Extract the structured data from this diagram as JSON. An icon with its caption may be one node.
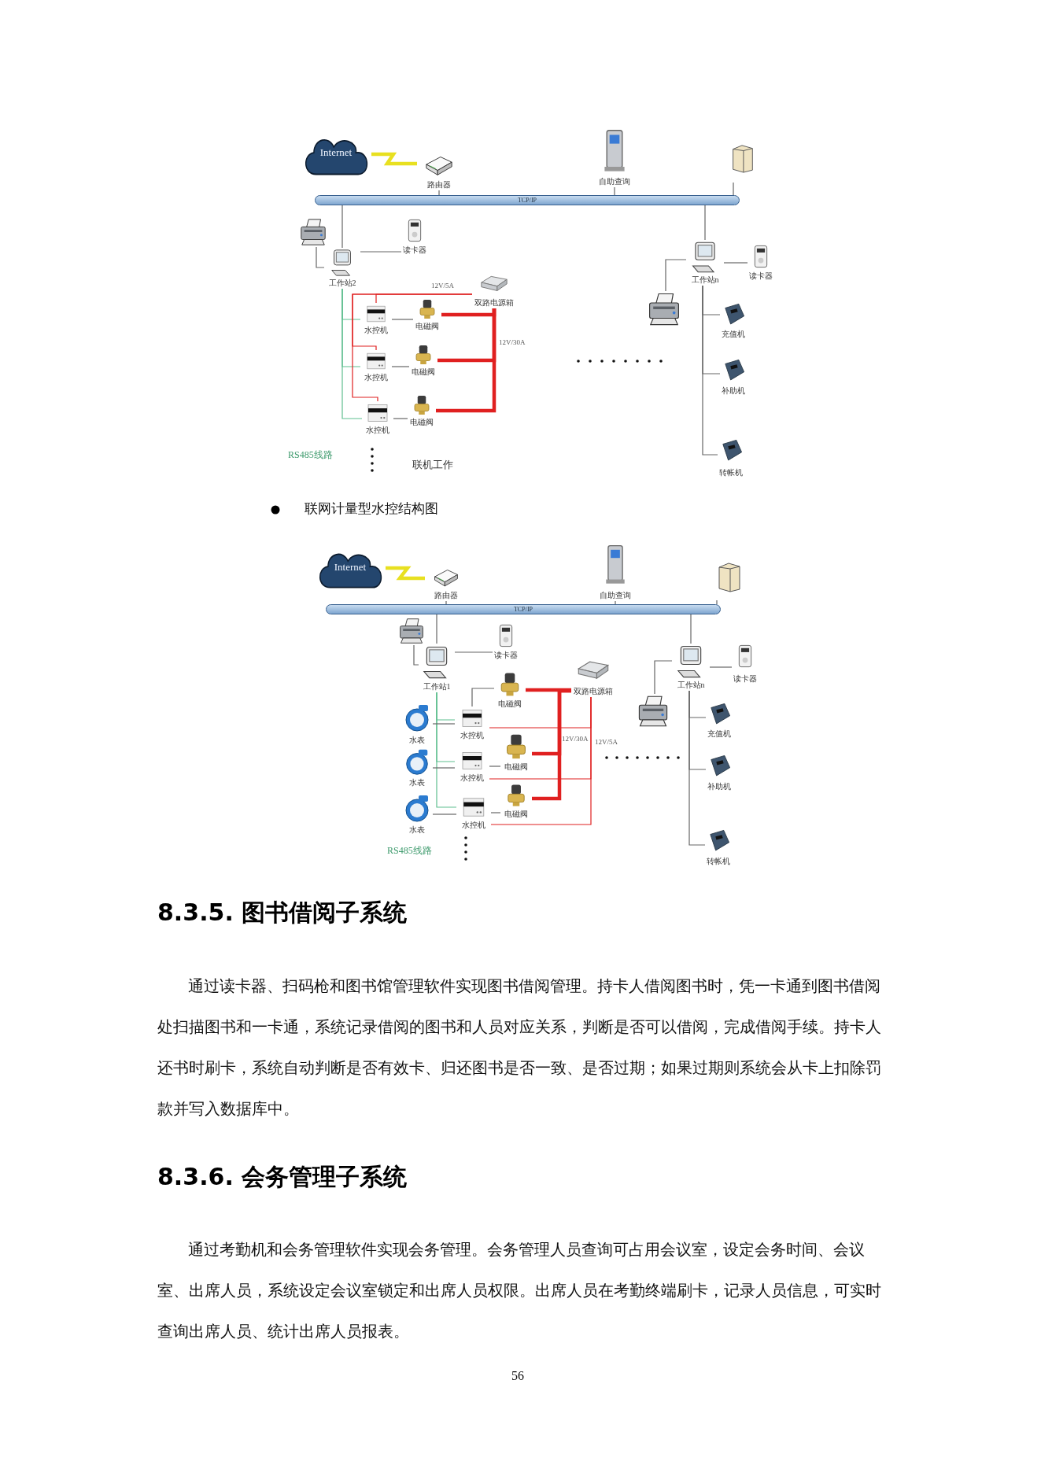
{
  "diagram": {
    "nodes": [
      {
        "text": [
          "Internet"
        ]
      },
      {
        "text": [
          "路由器"
        ]
      },
      {
        "text": [
          "自助查询"
        ]
      },
      {
        "text": [],
        "shape": "picture"
      },
      {
        "text": [
          "TCP/IP"
        ]
      },
      {
        "text": [],
        "shape": "picture"
      },
      {
        "text": [
          "读卡器"
        ]
      },
      {
        "text": [
          "工作站2"
        ]
      },
      {
        "text": [
          "双路电源箱"
        ]
      },
      {
        "text": [
          "水控机"
        ]
      },
      {
        "text": [
          "电磁阀"
        ]
      },
      {
        "text": [
          "水控机"
        ]
      },
      {
        "text": [
          "电磁阀"
        ]
      },
      {
        "text": [
          "水控机"
        ]
      },
      {
        "text": [
          "电磁阀"
        ]
      },
      {
        "text": [
          "工作站n"
        ]
      },
      {
        "text": [
          "读卡器"
        ]
      },
      {
        "text": [],
        "shape": "picture"
      },
      {
        "text": [
          "充值机"
        ]
      },
      {
        "text": [
          "补助机"
        ]
      },
      {
        "text": [
          "转帐机"
        ]
      },
      {
        "text": [
          "Internet"
        ]
      },
      {
        "text": [
          "路由器"
        ]
      },
      {
        "text": [
          "自助查询"
        ]
      },
      {
        "text": [],
        "shape": "picture"
      },
      {
        "text": [
          "TCP/IP"
        ]
      },
      {
        "text": [],
        "shape": "picture"
      },
      {
        "text": [
          "读卡器"
        ]
      },
      {
        "text": [
          "工作站1"
        ]
      },
      {
        "text": [
          "电磁阀"
        ]
      },
      {
        "text": [
          "双路电源箱"
        ]
      },
      {
        "text": [
          "水表"
        ]
      },
      {
        "text": [
          "水控机"
        ]
      },
      {
        "text": [
          "工作站n"
        ]
      },
      {
        "text": [
          "读卡器"
        ]
      },
      {
        "text": [],
        "shape": "picture"
      },
      {
        "text": [
          "充值机"
        ]
      },
      {
        "text": [
          "水表"
        ]
      },
      {
        "text": [
          "水控机"
        ]
      },
      {
        "text": [
          "电磁阀"
        ]
      },
      {
        "text": [
          "补助机"
        ]
      },
      {
        "text": [
          "水表"
        ]
      },
      {
        "text": [
          "水控机"
        ]
      },
      {
        "text": [
          "电磁阀"
        ]
      },
      {
        "text": [
          "转帐机"
        ]
      }
    ],
    "edges": [
      {
        "from": 0,
        "to": 1,
        "arrow": "none",
        "style": "thick",
        "color": "#e8e020"
      },
      {
        "from": 1,
        "to": 4,
        "arrow": "none"
      },
      {
        "from": 2,
        "to": 4,
        "arrow": "none"
      },
      {
        "from": 3,
        "to": 4,
        "arrow": "none"
      },
      {
        "from": 4,
        "to": 7,
        "arrow": "none"
      },
      {
        "from": 5,
        "to": 7,
        "arrow": "none"
      },
      {
        "from": 6,
        "to": 7,
        "arrow": "none"
      },
      {
        "from": 7,
        "to": 9,
        "arrow": "none",
        "color": "#5fbf8f"
      },
      {
        "from": 7,
        "to": 11,
        "arrow": "none",
        "color": "#5fbf8f"
      },
      {
        "from": 7,
        "to": 13,
        "arrow": "none",
        "color": "#5fbf8f"
      },
      {
        "from": 9,
        "to": 10,
        "arrow": "none"
      },
      {
        "from": 11,
        "to": 12,
        "arrow": "none"
      },
      {
        "from": 13,
        "to": 14,
        "arrow": "none"
      },
      {
        "from": 10,
        "to": 8,
        "arrow": "none",
        "style": "thick",
        "color": "#e02020"
      },
      {
        "from": 12,
        "to": 8,
        "arrow": "none",
        "style": "thick",
        "color": "#e02020"
      },
      {
        "from": 14,
        "to": 8,
        "arrow": "none",
        "style": "thick",
        "color": "#e02020"
      },
      {
        "from": 8,
        "to": 9,
        "arrow": "none",
        "color": "#e02020"
      },
      {
        "from": 8,
        "to": 11,
        "arrow": "none",
        "color": "#e02020"
      },
      {
        "from": 8,
        "to": 13,
        "arrow": "none",
        "color": "#e02020"
      },
      {
        "from": 4,
        "to": 15,
        "arrow": "none"
      },
      {
        "from": 15,
        "to": 17,
        "arrow": "none"
      },
      {
        "from": 15,
        "to": 16,
        "arrow": "none"
      },
      {
        "from": 15,
        "to": 18,
        "arrow": "none"
      },
      {
        "from": 15,
        "to": 19,
        "arrow": "none"
      },
      {
        "from": 15,
        "to": 20,
        "arrow": "none"
      },
      {
        "from": 21,
        "to": 22,
        "arrow": "none",
        "style": "thick",
        "color": "#e8e020"
      },
      {
        "from": 22,
        "to": 25,
        "arrow": "none"
      },
      {
        "from": 23,
        "to": 25,
        "arrow": "none"
      },
      {
        "from": 24,
        "to": 25,
        "arrow": "none"
      },
      {
        "from": 25,
        "to": 28,
        "arrow": "none"
      },
      {
        "from": 26,
        "to": 28,
        "arrow": "none"
      },
      {
        "from": 27,
        "to": 28,
        "arrow": "none"
      },
      {
        "from": 28,
        "to": 32,
        "arrow": "none",
        "color": "#5fbf8f"
      },
      {
        "from": 28,
        "to": 38,
        "arrow": "none",
        "color": "#5fbf8f"
      },
      {
        "from": 28,
        "to": 42,
        "arrow": "none",
        "color": "#5fbf8f"
      },
      {
        "from": 31,
        "to": 32,
        "arrow": "none"
      },
      {
        "from": 37,
        "to": 38,
        "arrow": "none"
      },
      {
        "from": 41,
        "to": 42,
        "arrow": "none"
      },
      {
        "from": 32,
        "to": 29,
        "arrow": "none"
      },
      {
        "from": 38,
        "to": 39,
        "arrow": "none"
      },
      {
        "from": 42,
        "to": 43,
        "arrow": "none"
      },
      {
        "from": 29,
        "to": 30,
        "arrow": "none",
        "style": "thick",
        "color": "#e02020"
      },
      {
        "from": 39,
        "to": 30,
        "arrow": "none",
        "style": "thick",
        "color": "#e02020"
      },
      {
        "from": 43,
        "to": 30,
        "arrow": "none",
        "style": "thick",
        "color": "#e02020"
      },
      {
        "from": 30,
        "to": 32,
        "arrow": "none",
        "color": "#e02020"
      },
      {
        "from": 30,
        "to": 38,
        "arrow": "none",
        "color": "#e02020"
      },
      {
        "from": 30,
        "to": 42,
        "arrow": "none",
        "color": "#e02020"
      },
      {
        "from": 25,
        "to": 33,
        "arrow": "none"
      },
      {
        "from": 33,
        "to": 35,
        "arrow": "none"
      },
      {
        "from": 33,
        "to": 34,
        "arrow": "none"
      },
      {
        "from": 33,
        "to": 36,
        "arrow": "none"
      },
      {
        "from": 33,
        "to": 40,
        "arrow": "none"
      },
      {
        "from": 33,
        "to": 44,
        "arrow": "none"
      }
    ],
    "labels": [
      "12V/5A",
      "12V/30A",
      "RS485线路",
      "联机工作",
      "联网计量型水控结构图",
      "12V/30A",
      "12V/5A",
      "RS485线路",
      "8.3.5. 图书借阅子系统",
      "通过读卡器、扫码枪和图书馆管理软件实现图书借阅管理。持卡人借阅图书时，凭一卡通到图书借阅处扫描图书和一卡通，系统记录借阅的图书和人员对应关系，判断是否可以借阅，完成借阅手续。持卡人还书时刷卡，系统自动判断是否有效卡、归还图书是否一致、是否过期；如果过期则系统会从卡上扣除罚款并写入数据库中。",
      "8.3.6. 会务管理子系统",
      "通过考勤机和会务管理软件实现会务管理。会务管理人员查询可占用会议室，设定会务时间、会议室、出席人员，系统设定会议室锁定和出席人员权限。出席人员在考勤终端刷卡，记录人员信息，可实时查询出席人员、统计出席人员报表。",
      "56"
    ]
  }
}
